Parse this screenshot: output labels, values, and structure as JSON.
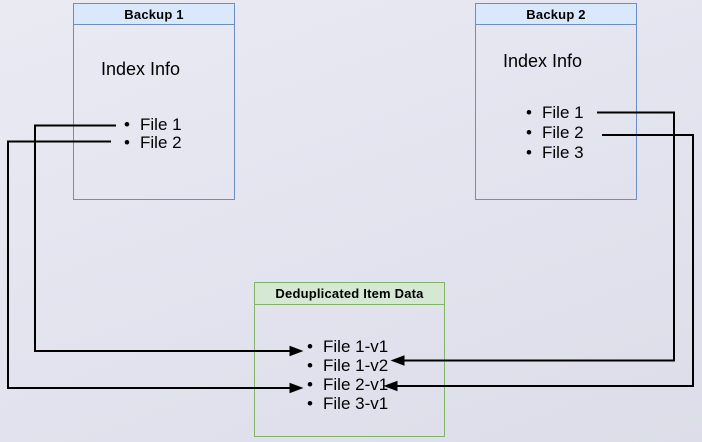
{
  "diagram": {
    "backup1": {
      "title": "Backup 1",
      "body_label": "Index Info",
      "items": [
        "File 1",
        "File 2"
      ]
    },
    "backup2": {
      "title": "Backup 2",
      "body_label": "Index Info",
      "items": [
        "File 1",
        "File 2",
        "File 3"
      ]
    },
    "dedup": {
      "title": "Deduplicated Item Data",
      "items": [
        "File 1-v1",
        "File 1-v2",
        "File 2-v1",
        "File 3-v1"
      ]
    },
    "edges": [
      {
        "from": "Backup 1 / File 1",
        "to": "Deduplicated Item Data / File 1-v1"
      },
      {
        "from": "Backup 1 / File 2",
        "to": "Deduplicated Item Data / File 2-v1"
      },
      {
        "from": "Backup 2 / File 1",
        "to": "Deduplicated Item Data / File 1-v2"
      },
      {
        "from": "Backup 2 / File 2",
        "to": "Deduplicated Item Data / File 2-v1"
      }
    ],
    "colors": {
      "backup_header_fill": "#dae8fc",
      "backup_border": "#6c8ebf",
      "dedup_header_fill": "#d5e8d4",
      "dedup_border": "#82b366",
      "connector": "#000000",
      "background_top": "#eaeaf3",
      "background_bottom": "#dcdde8"
    }
  }
}
